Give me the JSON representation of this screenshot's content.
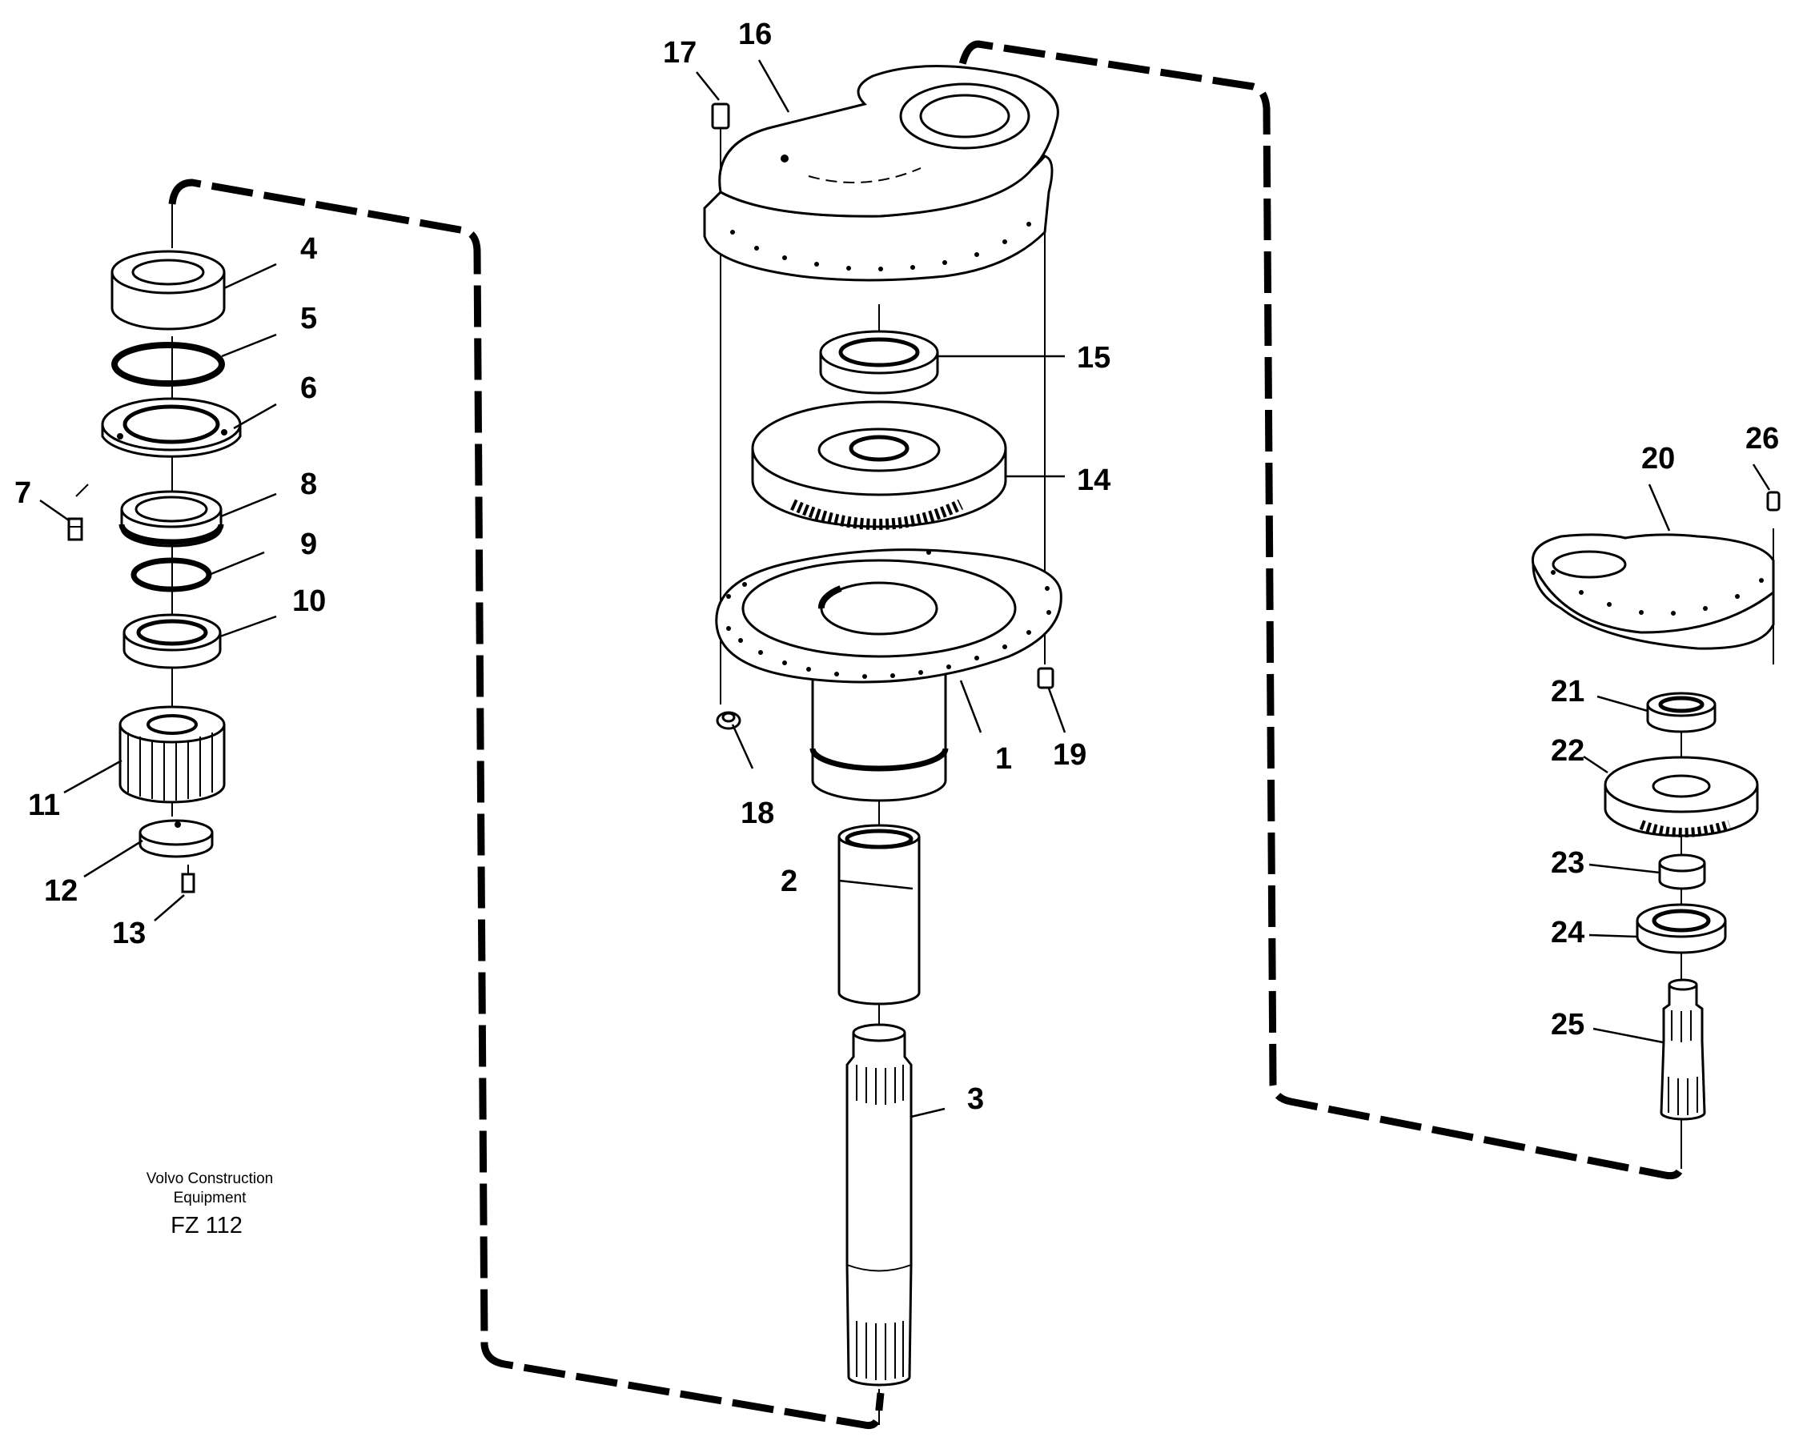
{
  "diagram": {
    "part_numbers": [
      "1",
      "2",
      "3",
      "4",
      "5",
      "6",
      "7",
      "8",
      "9",
      "10",
      "11",
      "12",
      "13",
      "14",
      "15",
      "16",
      "17",
      "18",
      "19",
      "20",
      "21",
      "22",
      "23",
      "24",
      "25",
      "26"
    ],
    "caption": {
      "line1": "Volvo Construction",
      "line2": "Equipment",
      "code": "FZ 112"
    }
  }
}
